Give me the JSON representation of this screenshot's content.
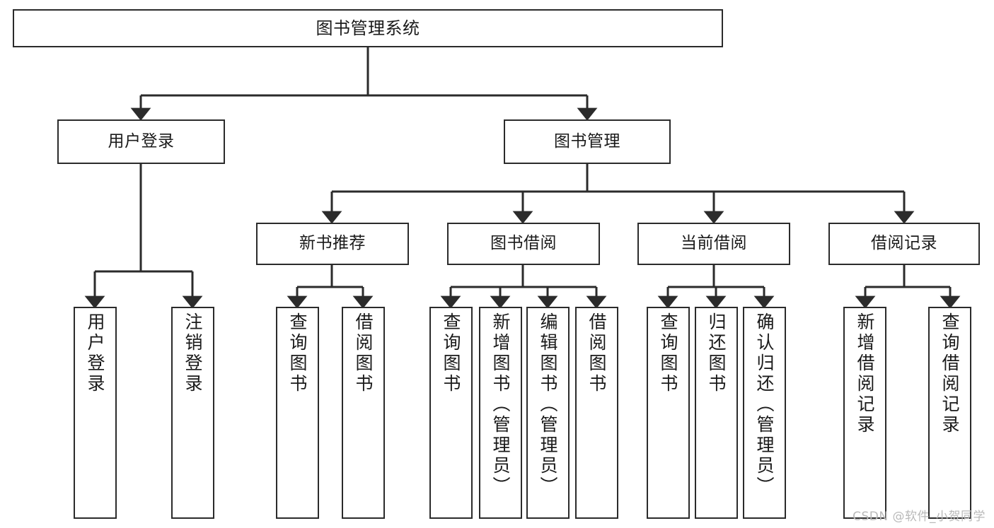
{
  "diagram": {
    "title": "图书管理系统",
    "type": "tree",
    "watermark": "CSDN @软件_小贺同学",
    "colors": {
      "stroke": "#2b2b2b",
      "fill": "#ffffff",
      "text": "#1a1a1a",
      "watermark": "#b9b9b9"
    },
    "nodes": {
      "root": {
        "label": "图书管理系统"
      },
      "level2": [
        {
          "label": "用户登录"
        },
        {
          "label": "图书管理"
        }
      ],
      "level3": [
        {
          "label": "新书推荐"
        },
        {
          "label": "图书借阅"
        },
        {
          "label": "当前借阅"
        },
        {
          "label": "借阅记录"
        }
      ],
      "leaves_user_login": [
        {
          "label": "用户登录"
        },
        {
          "label": "注销登录"
        }
      ],
      "leaves_new_book": [
        {
          "label": "查询图书"
        },
        {
          "label": "借阅图书"
        }
      ],
      "leaves_borrow": [
        {
          "label": "查询图书"
        },
        {
          "label": "新增图书（管理员）"
        },
        {
          "label": "编辑图书（管理员）"
        },
        {
          "label": "借阅图书"
        }
      ],
      "leaves_current": [
        {
          "label": "查询图书"
        },
        {
          "label": "归还图书"
        },
        {
          "label": "确认归还（管理员）"
        }
      ],
      "leaves_records": [
        {
          "label": "新增借阅记录"
        },
        {
          "label": "查询借阅记录"
        }
      ]
    }
  }
}
